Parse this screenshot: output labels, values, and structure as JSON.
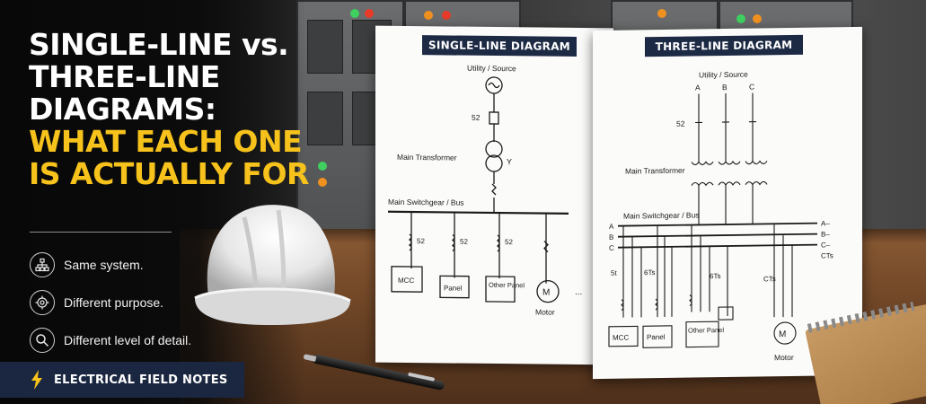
{
  "headline": {
    "line1": "SINGLE-LINE vs.",
    "line2": "THREE-LINE",
    "line3": "DIAGRAMS:",
    "line4": "WHAT EACH ONE",
    "line5": "IS ACTUALLY FOR"
  },
  "features": [
    {
      "icon": "network-icon",
      "text": "Same system."
    },
    {
      "icon": "target-icon",
      "text": "Different purpose."
    },
    {
      "icon": "magnifier-icon",
      "text": "Different level of detail."
    }
  ],
  "badge": {
    "icon": "lightning-bolt-icon",
    "text": "ELECTRICAL FIELD NOTES"
  },
  "single_line": {
    "title": "SINGLE-LINE DIAGRAM",
    "source": "Utility / Source",
    "breaker": "52",
    "transformer": "Main Transformer",
    "transformer_secondary": "Y",
    "bus": "Main Switchgear / Bus",
    "feeder_breaker": "52",
    "loads": [
      "MCC",
      "Panel",
      "Other Panel",
      "M"
    ],
    "motor_label": "Motor",
    "ellipsis": "..."
  },
  "three_line": {
    "title": "THREE-LINE DIAGRAM",
    "source": "Utility / Source",
    "phases": [
      "A",
      "B",
      "C"
    ],
    "breaker": "52",
    "transformer": "Main Transformer",
    "bus": "Main Switchgear / Bus",
    "bus_right": [
      "A–",
      "B–",
      "C–",
      "CTs"
    ],
    "ct_labels": [
      "5t",
      "6Ts",
      "6Ts",
      "CTs"
    ],
    "loads": [
      "MCC",
      "Panel",
      "Other Panel",
      "M"
    ],
    "motor_label": "Motor",
    "ellipsis": "..."
  },
  "colors": {
    "accent": "#f6c21b",
    "navy": "#1d2a44",
    "text": "#ffffff"
  }
}
